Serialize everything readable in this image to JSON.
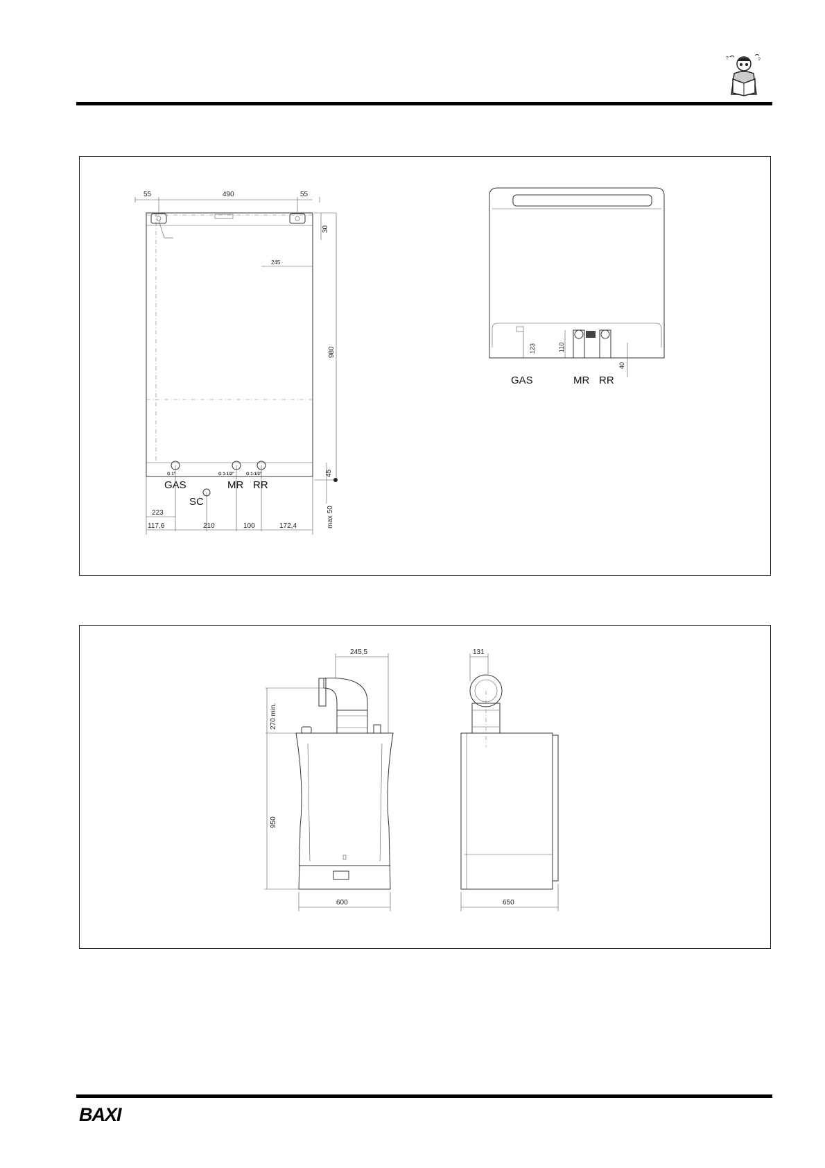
{
  "page": {
    "brand_logo": "BAXI",
    "header_icon": "technician-reading-manual-icon"
  },
  "figure_1": {
    "front_view": {
      "dimensions": {
        "top_left": "55",
        "top_mid": "490",
        "top_right": "55",
        "right_30": "30",
        "inner_245": "245",
        "right_980": "980",
        "right_45": "45",
        "right_max50": "max 50",
        "bottom_223": "223",
        "bottom_117": "117,6",
        "bottom_210": "210",
        "bottom_100": "100",
        "bottom_172": "172,4"
      },
      "connections": {
        "gas_thread": "G 1\"",
        "mr_thread": "G 1-1/2\"",
        "rr_thread": "G 1-1/2\""
      },
      "labels": {
        "gas": "GAS",
        "mr": "MR",
        "rr": "RR",
        "sc": "SC"
      }
    },
    "bottom_view": {
      "dimensions": {
        "d123": "123",
        "d110": "110",
        "d40": "40"
      },
      "labels": {
        "gas": "GAS",
        "mr": "MR",
        "rr": "RR"
      }
    }
  },
  "figure_2": {
    "front_view": {
      "dimensions": {
        "flue_offset": "245,5",
        "flue_height": "270 min.",
        "height": "950",
        "width": "600"
      }
    },
    "side_view": {
      "dimensions": {
        "flue_depth": "131",
        "depth": "650"
      }
    }
  }
}
